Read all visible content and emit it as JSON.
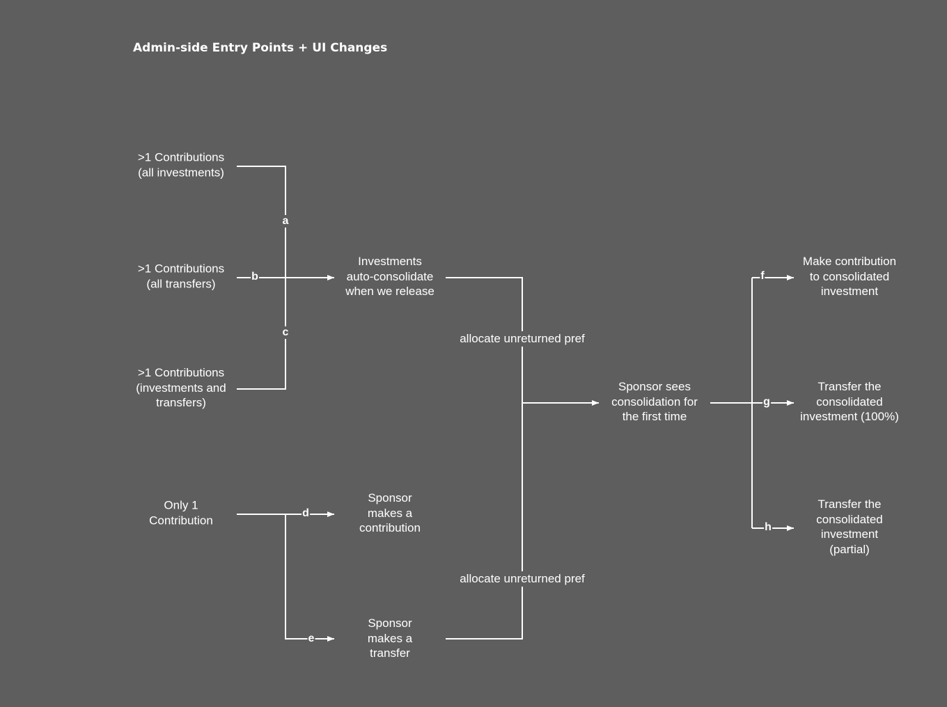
{
  "title": "Admin-side Entry Points + UI Changes",
  "colors": {
    "background": "#5e5e5e",
    "line": "#ffffff",
    "text": "#ffffff"
  },
  "nodes": {
    "contrib_all_investments": [
      ">1 Contributions",
      "(all investments)"
    ],
    "contrib_all_transfers": [
      ">1 Contributions",
      "(all transfers)"
    ],
    "contrib_investments_transfers": [
      ">1 Contributions",
      "(investments and",
      "transfers)"
    ],
    "only_one_contribution": [
      "Only 1",
      "Contribution"
    ],
    "auto_consolidate": [
      "Investments",
      "auto-consolidate",
      "when we release"
    ],
    "sponsor_contribution": [
      "Sponsor",
      "makes a",
      "contribution"
    ],
    "sponsor_transfer": [
      "Sponsor",
      "makes a",
      "transfer"
    ],
    "sponsor_sees": [
      "Sponsor sees",
      "consolidation for",
      "the first time"
    ],
    "make_contribution": [
      "Make contribution",
      "to consolidated",
      "investment"
    ],
    "transfer_full": [
      "Transfer the",
      "consolidated",
      "investment (100%)"
    ],
    "transfer_partial": [
      "Transfer the",
      "consolidated",
      "investment",
      "(partial)"
    ]
  },
  "edge_labels": {
    "a": "a",
    "b": "b",
    "c": "c",
    "d": "d",
    "e": "e",
    "f": "f",
    "g": "g",
    "h": "h"
  },
  "bar_labels": {
    "upper": "allocate unreturned pref",
    "lower": "allocate unreturned pref"
  }
}
